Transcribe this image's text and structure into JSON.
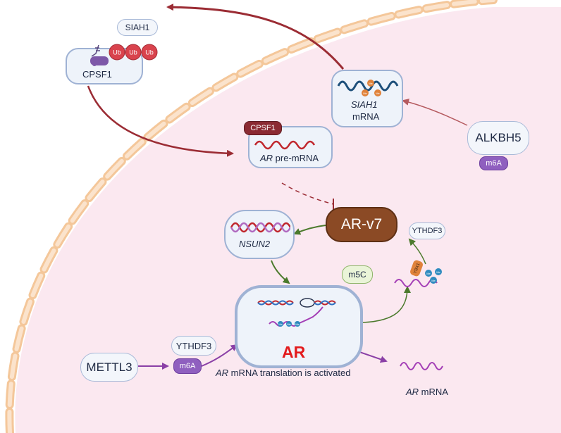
{
  "colors": {
    "cytoplasm": "#ffffff",
    "nucleus": "#fbe8f0",
    "membrane": "#f4c79a",
    "arrow_dark_red": "#9b2c34",
    "arrow_green": "#4b7a2c",
    "arrow_purple": "#8a3fa6",
    "ar_red": "#e31a1c",
    "ar_v7_brown": "#8b4a25",
    "ub_red": "#d9434d",
    "m6a_purple": "#8f5fbf"
  },
  "cpsf1_complex": {
    "ub_tags": [
      "Ub",
      "Ub",
      "Ub"
    ],
    "label": "CPSF1"
  },
  "siah1_protein": {
    "label": "SIAH1"
  },
  "siah1_mrna": {
    "gene": "SIAH1",
    "suffix": "mRNA",
    "mark": "Me"
  },
  "alkbh5": {
    "label": "ALKBH5",
    "mod": "m6A"
  },
  "ar_pre_mrna": {
    "cpsf1_tag": "CPSF1",
    "gene": "AR",
    "suffix": " pre-mRNA"
  },
  "ar_v7": {
    "label": "AR-v7"
  },
  "ythdf3_top": {
    "label": "YTHDF3"
  },
  "nsun2": {
    "label": "NSUN2"
  },
  "m5c": {
    "label": "m5C"
  },
  "ybx1": {
    "label": "YBX1",
    "mark": "Me"
  },
  "ar_nucleus": {
    "label": "AR",
    "mark": "Me"
  },
  "caption": {
    "gene": "AR",
    "rest": " mRNA translation is activated"
  },
  "mettl3": {
    "label": "METTL3"
  },
  "ythdf3_bottom": {
    "label": "YTHDF3",
    "mod": "m6A"
  },
  "ar_mrna": {
    "gene": "AR",
    "suffix": " mRNA"
  }
}
